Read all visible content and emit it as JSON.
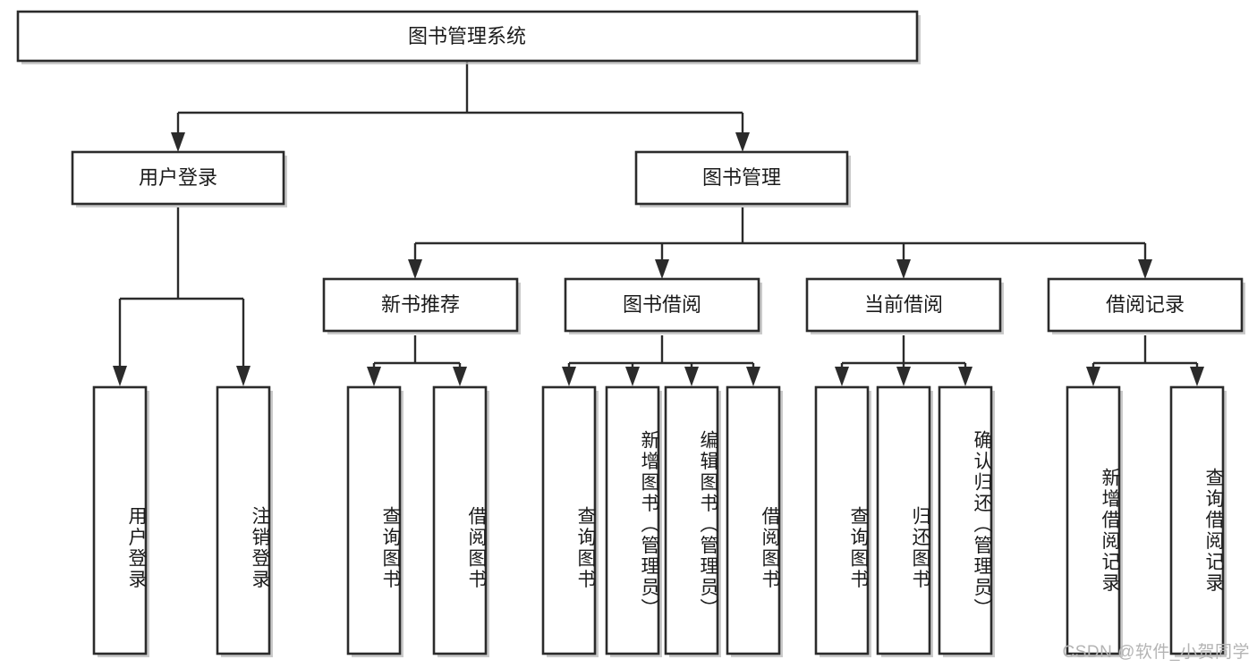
{
  "diagram": {
    "title": "图书管理系统",
    "type": "tree-hierarchy-diagram",
    "colors": {
      "box_stroke": "#2b2b2b",
      "box_fill": "#ffffff",
      "connector": "#2b2b2b",
      "watermark": "#b4b4b4",
      "background": "#ffffff"
    },
    "root": {
      "label": "图书管理系统"
    },
    "level2": [
      {
        "label": "用户登录"
      },
      {
        "label": "图书管理"
      }
    ],
    "level3": [
      {
        "label": "新书推荐"
      },
      {
        "label": "图书借阅"
      },
      {
        "label": "当前借阅"
      },
      {
        "label": "借阅记录"
      }
    ],
    "leaves": {
      "user_login": [
        {
          "label": "用户登录"
        },
        {
          "label": "注销登录"
        }
      ],
      "new_book_recommend": [
        {
          "label": "查询图书"
        },
        {
          "label": "借阅图书"
        }
      ],
      "book_borrow": [
        {
          "label": "查询图书"
        },
        {
          "label": "新增图书（管理员）"
        },
        {
          "label": "编辑图书（管理员）"
        },
        {
          "label": "借阅图书"
        }
      ],
      "current_borrow": [
        {
          "label": "查询图书"
        },
        {
          "label": "归还图书"
        },
        {
          "label": "确认归还（管理员）"
        }
      ],
      "borrow_record": [
        {
          "label": "新增借阅记录"
        },
        {
          "label": "查询借阅记录"
        }
      ]
    },
    "watermark": "CSDN @软件_小贺同学"
  }
}
